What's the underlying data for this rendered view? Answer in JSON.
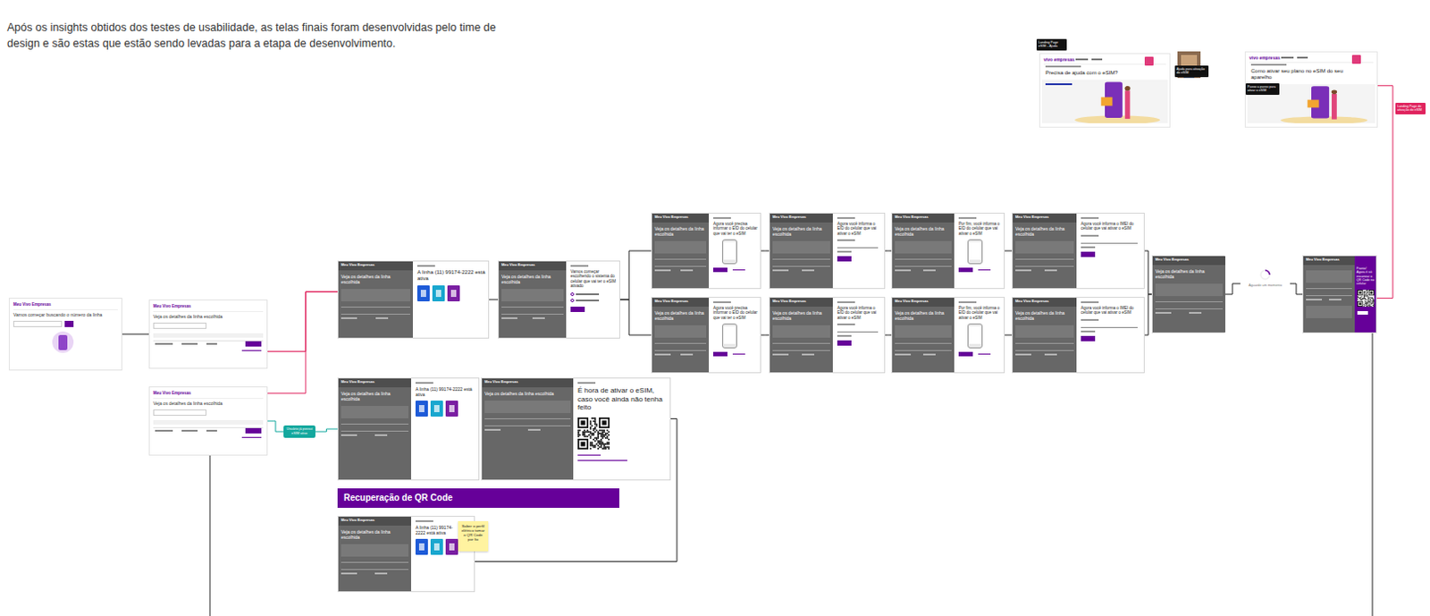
{
  "diagram": {
    "nodes": [
      {
        "text": [
          "Meu Vivo Empresas",
          "Vamos começar buscando o número da linha"
        ]
      },
      {
        "text": [
          "Meu Vivo Empresas",
          "Veja os detalhes da linha escolhida"
        ]
      },
      {
        "text": [
          "Meu Vivo Empresas",
          "Veja os detalhes da linha escolhida"
        ]
      },
      {
        "text": [
          "Usuário já possui eSIM ativo"
        ]
      },
      {
        "text": [
          "Meu Vivo Empresas",
          "Veja os detalhes da linha escolhida",
          "A linha (11) 99174-2222 está ativa"
        ]
      },
      {
        "text": [
          "Meu Vivo Empresas",
          "Veja os detalhes da linha escolhida",
          "Vamos começar escolhendo o sistema do celular que vai ter o eSIM ativado"
        ]
      },
      {
        "text": [
          "Meu Vivo Empresas",
          "Veja os detalhes da linha escolhida",
          "Agora você precisa informar o EID do celular que vai ter o eSIM"
        ]
      },
      {
        "text": [
          "Meu Vivo Empresas",
          "Veja os detalhes da linha escolhida",
          "Agora você precisa informar o EID do celular que vai ter o eSIM"
        ]
      },
      {
        "text": [
          "Meu Vivo Empresas",
          "Veja os detalhes da linha escolhida",
          "Agora você informa o EID do celular que vai ativar o eSIM"
        ]
      },
      {
        "text": [
          "Meu Vivo Empresas",
          "Veja os detalhes da linha escolhida",
          "Agora você informa o EID do celular que vai ativar o eSIM"
        ]
      },
      {
        "text": [
          "Meu Vivo Empresas",
          "Veja os detalhes da linha escolhida",
          "Por fim, você informa o EID do celular que vai ativar o eSIM"
        ]
      },
      {
        "text": [
          "Meu Vivo Empresas",
          "Veja os detalhes da linha escolhida",
          "Por fim, você informa o EID do celular que vai ativar o eSIM"
        ]
      },
      {
        "text": [
          "Meu Vivo Empresas",
          "Veja os detalhes da linha escolhida",
          "Agora você informa o IMEI do celular que vai ativar o eSIM"
        ]
      },
      {
        "text": [
          "Meu Vivo Empresas",
          "Veja os detalhes da linha escolhida",
          "Agora você informa o IMEI do celular que vai ativar o eSIM"
        ]
      },
      {
        "text": [
          "Meu Vivo Empresas",
          "Veja os detalhes da linha escolhida"
        ]
      },
      {
        "text": [
          "Aguarde um momento"
        ]
      },
      {
        "text": [
          "Meu Vivo Empresas",
          "Pronto! Agora é só escanear o QR Code no celular"
        ]
      },
      {
        "text": [
          "Meu Vivo Empresas",
          "Veja os detalhes da linha escolhida",
          "A linha (11) 99174-2222 está ativa"
        ]
      },
      {
        "text": [
          "Meu Vivo Empresas",
          "Veja os detalhes da linha escolhida",
          "É hora de ativar o eSIM, caso você ainda não tenha feito"
        ]
      },
      {
        "text": [
          "Recuperação de QR Code"
        ]
      },
      {
        "text": [
          "Meu Vivo Empresas",
          "Veja os detalhes da linha escolhida",
          "A linha (11) 99174-2222 está ativa"
        ]
      },
      {
        "text": [
          "Saber o perfil elétrico tomar o QR Code por fio"
        ]
      },
      {
        "text": [
          "vivo empresas",
          "Precisa de ajuda com o eSIM?"
        ]
      },
      {
        "text": [
          "vivo empresas",
          "Como ativar seu plano no eSIM do seu aparelho"
        ]
      }
    ],
    "edges": [
      {
        "from": 0,
        "to": 1,
        "arrow": "none"
      },
      {
        "from": 1,
        "to": 4,
        "arrow": "none"
      },
      {
        "from": 2,
        "to": 4,
        "arrow": "none"
      },
      {
        "from": 2,
        "to": 3,
        "arrow": "none"
      },
      {
        "from": 3,
        "to": 17,
        "arrow": "none"
      },
      {
        "from": 4,
        "to": 5,
        "arrow": "none"
      },
      {
        "from": 5,
        "to": 6,
        "arrow": "none"
      },
      {
        "from": 5,
        "to": 7,
        "arrow": "none"
      },
      {
        "from": 6,
        "to": 8,
        "arrow": "none"
      },
      {
        "from": 8,
        "to": 10,
        "arrow": "none"
      },
      {
        "from": 10,
        "to": 12,
        "arrow": "none"
      },
      {
        "from": 12,
        "to": 14,
        "arrow": "none"
      },
      {
        "from": 7,
        "to": 9,
        "arrow": "none"
      },
      {
        "from": 9,
        "to": 11,
        "arrow": "none"
      },
      {
        "from": 11,
        "to": 13,
        "arrow": "none"
      },
      {
        "from": 13,
        "to": 14,
        "arrow": "none"
      },
      {
        "from": 14,
        "to": 15,
        "arrow": "none"
      },
      {
        "from": 15,
        "to": 16,
        "arrow": "none"
      },
      {
        "from": 23,
        "to": 16,
        "arrow": "none"
      },
      {
        "from": 18,
        "to": 20,
        "arrow": "none"
      }
    ],
    "labels": [
      "Após os insights obtidos dos testes de usabilidade, as telas finais foram desenvolvidas pelo time de design e são estas que estão sendo levadas para a etapa de desenvolvimento.",
      "Landing Page eSIM – Ajuda",
      "Ajuda para ativação do eSIM",
      "Passo a passo para ativar o eSIM",
      "Landing Page de ativação do eSIM"
    ]
  }
}
